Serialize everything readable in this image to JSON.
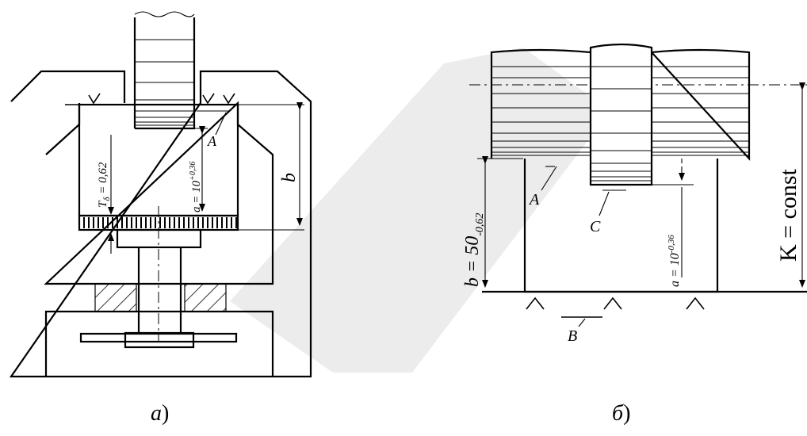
{
  "figure_a": {
    "caption_letter": "а",
    "caption_paren": ")",
    "tol_label": "T",
    "tol_sub": "δ",
    "tol_value": " = 0,62",
    "dim_a": "a = 10",
    "dim_a_sup": "+0,36",
    "dim_b": "b",
    "surface_A": "A"
  },
  "figure_b": {
    "caption_letter": "б",
    "caption_paren": ")",
    "dim_b_main": "b = 50",
    "dim_b_sub": "-0,62",
    "dim_a": "a = 10",
    "dim_a_sup": "-0,36",
    "dim_K": "K = const",
    "surface_A": "A",
    "surface_B": "B",
    "surface_C": "C"
  }
}
